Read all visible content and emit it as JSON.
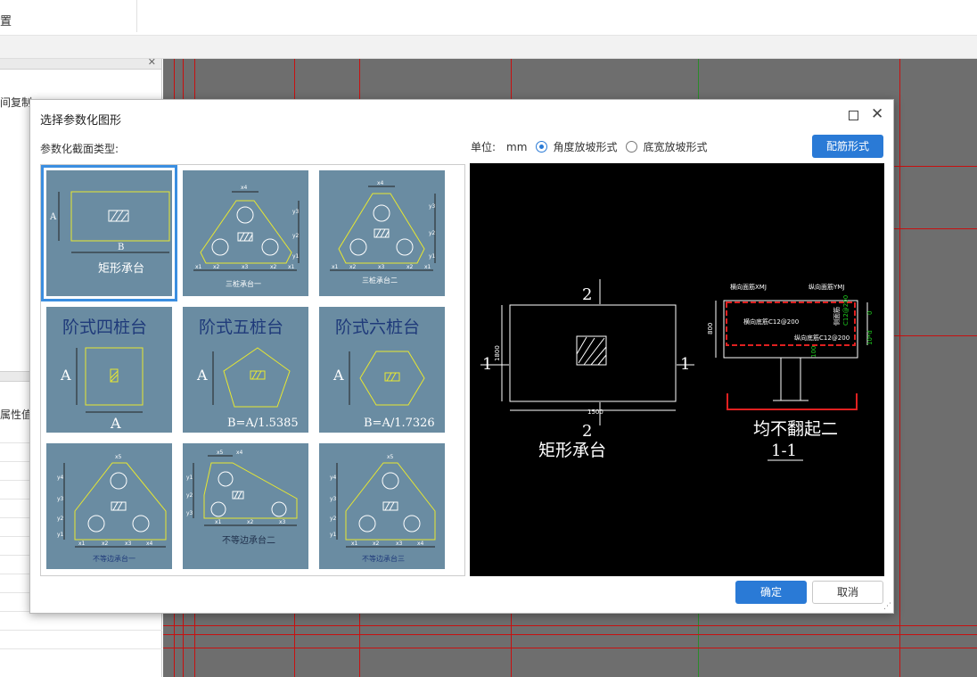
{
  "app": {
    "menu_fragment": "置"
  },
  "left_panel": {
    "copy_label": "间复制",
    "attr_label": "属性值"
  },
  "dialog": {
    "title": "选择参数化图形",
    "section_label": "参数化截面类型:",
    "unit_label": "单位:",
    "unit_value": "mm",
    "radio_options": [
      {
        "label": "角度放坡形式",
        "selected": true
      },
      {
        "label": "底宽放坡形式",
        "selected": false
      }
    ],
    "rebar_button": "配筋形式",
    "ok_button": "确定",
    "cancel_button": "取消"
  },
  "gallery": {
    "items": [
      {
        "title": "矩形承台",
        "dims": [
          "A",
          "B"
        ],
        "selected": true
      },
      {
        "title": "三桩承台一",
        "dims": [
          "x4",
          "y3",
          "y2",
          "y1",
          "x1",
          "x2",
          "x3",
          "x2",
          "x1"
        ]
      },
      {
        "title": "三桩承台二",
        "dims": [
          "x4",
          "y3",
          "y2",
          "y1",
          "x1",
          "x2",
          "x3",
          "x2",
          "x1"
        ]
      },
      {
        "title": "阶式四桩台",
        "dims": [
          "A",
          "A"
        ]
      },
      {
        "title": "阶式五桩台",
        "dims": [
          "A",
          "B=A/1.5385"
        ]
      },
      {
        "title": "阶式六桩台",
        "dims": [
          "A",
          "B=A/1.7326"
        ]
      },
      {
        "title": "不等边承台一",
        "dims": [
          "x5",
          "y4",
          "y3",
          "y2",
          "y1",
          "x1",
          "x2",
          "x3",
          "x4"
        ]
      },
      {
        "title": "不等边承台二",
        "dims": [
          "x5",
          "x4",
          "y1",
          "y2",
          "y3",
          "x1",
          "x2",
          "x3"
        ]
      },
      {
        "title": "不等边承台三",
        "dims": [
          "x5",
          "y4",
          "y3",
          "y2",
          "y1",
          "x1",
          "x2",
          "x3",
          "x4"
        ]
      }
    ]
  },
  "preview": {
    "plan_title": "矩形承台",
    "plan_label_top": "2",
    "plan_label_bottom": "2",
    "plan_label_left": "1",
    "plan_label_right": "1",
    "plan_dim_width": "1500",
    "plan_dim_height": "1800",
    "section_title": "均不翻起二",
    "section_name": "1-1",
    "section_labels": [
      "横向面筋XMJ",
      "纵向面筋YMJ",
      "横向底筋C12@200",
      "纵向底筋C12@200",
      "侧面筋",
      "C12@200",
      "800",
      "0",
      "10*d",
      "100"
    ]
  },
  "colors": {
    "accent": "#2a7ad6",
    "tile_bg": "#6a8ca2",
    "shape": "#e8e830",
    "cad_red": "#c81010"
  }
}
